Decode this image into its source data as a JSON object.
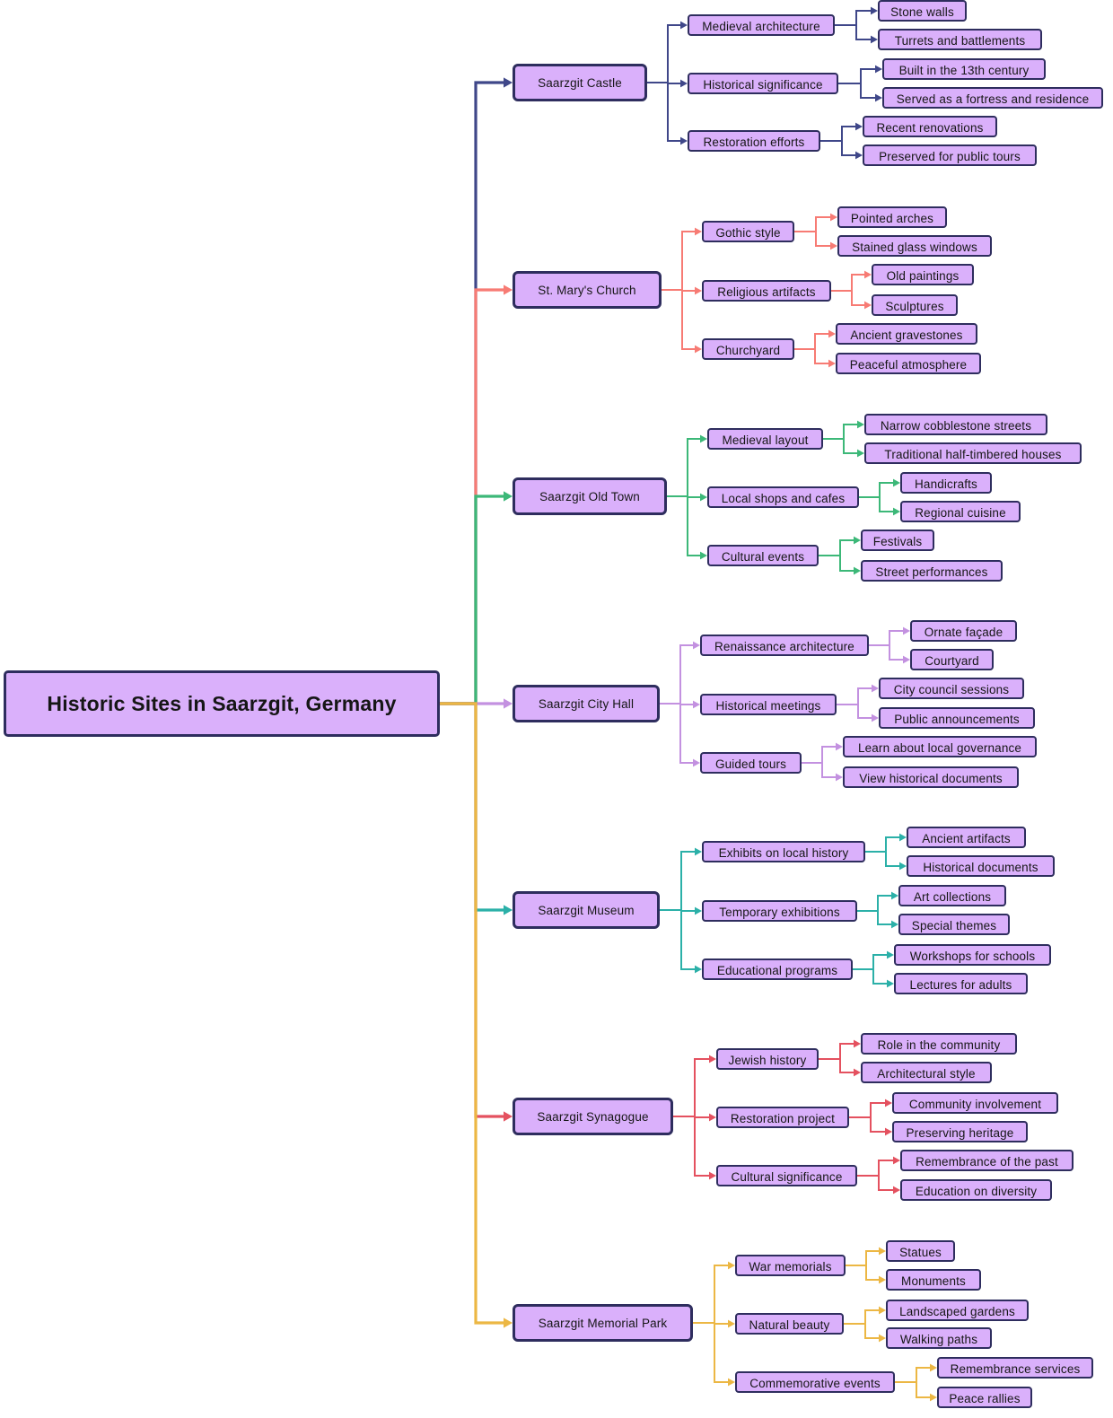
{
  "title": "Historic Sites in Saarzgit, Germany",
  "style": {
    "background": "#ffffff",
    "node_fill": "#dab0fb",
    "node_border": "#2e2d5e"
  },
  "branches": [
    {
      "label": "Saarzgit Castle",
      "color": "#3f4789",
      "children": [
        {
          "label": "Medieval architecture",
          "children": [
            "Stone walls",
            "Turrets and battlements"
          ]
        },
        {
          "label": "Historical significance",
          "children": [
            "Built in the 13th century",
            "Served as a fortress and residence"
          ]
        },
        {
          "label": "Restoration efforts",
          "children": [
            "Recent renovations",
            "Preserved for public tours"
          ]
        }
      ]
    },
    {
      "label": "St. Mary's Church",
      "color": "#f77b74",
      "children": [
        {
          "label": "Gothic style",
          "children": [
            "Pointed arches",
            "Stained glass windows"
          ]
        },
        {
          "label": "Religious artifacts",
          "children": [
            "Old paintings",
            "Sculptures"
          ]
        },
        {
          "label": "Churchyard",
          "children": [
            "Ancient gravestones",
            "Peaceful atmosphere"
          ]
        }
      ]
    },
    {
      "label": "Saarzgit Old Town",
      "color": "#3cb878",
      "children": [
        {
          "label": "Medieval layout",
          "children": [
            "Narrow cobblestone streets",
            "Traditional half-timbered houses"
          ]
        },
        {
          "label": "Local shops and cafes",
          "children": [
            "Handicrafts",
            "Regional cuisine"
          ]
        },
        {
          "label": "Cultural events",
          "children": [
            "Festivals",
            "Street performances"
          ]
        }
      ]
    },
    {
      "label": "Saarzgit City Hall",
      "color": "#c391e0",
      "children": [
        {
          "label": "Renaissance architecture",
          "children": [
            "Ornate façade",
            "Courtyard"
          ]
        },
        {
          "label": "Historical meetings",
          "children": [
            "City council sessions",
            "Public announcements"
          ]
        },
        {
          "label": "Guided tours",
          "children": [
            "Learn about local governance",
            "View historical documents"
          ]
        }
      ]
    },
    {
      "label": "Saarzgit Museum",
      "color": "#2bb0a8",
      "children": [
        {
          "label": "Exhibits on local history",
          "children": [
            "Ancient artifacts",
            "Historical documents"
          ]
        },
        {
          "label": "Temporary exhibitions",
          "children": [
            "Art collections",
            "Special themes"
          ]
        },
        {
          "label": "Educational programs",
          "children": [
            "Workshops for schools",
            "Lectures for adults"
          ]
        }
      ]
    },
    {
      "label": "Saarzgit Synagogue",
      "color": "#e4515f",
      "children": [
        {
          "label": "Jewish history",
          "children": [
            "Role in the community",
            "Architectural style"
          ]
        },
        {
          "label": "Restoration project",
          "children": [
            "Community involvement",
            "Preserving heritage"
          ]
        },
        {
          "label": "Cultural significance",
          "children": [
            "Remembrance of the past",
            "Education on diversity"
          ]
        }
      ]
    },
    {
      "label": "Saarzgit Memorial Park",
      "color": "#ecb744",
      "children": [
        {
          "label": "War memorials",
          "children": [
            "Statues",
            "Monuments"
          ]
        },
        {
          "label": "Natural beauty",
          "children": [
            "Landscaped gardens",
            "Walking paths"
          ]
        },
        {
          "label": "Commemorative events",
          "children": [
            "Remembrance services",
            "Peace rallies"
          ]
        }
      ]
    }
  ]
}
